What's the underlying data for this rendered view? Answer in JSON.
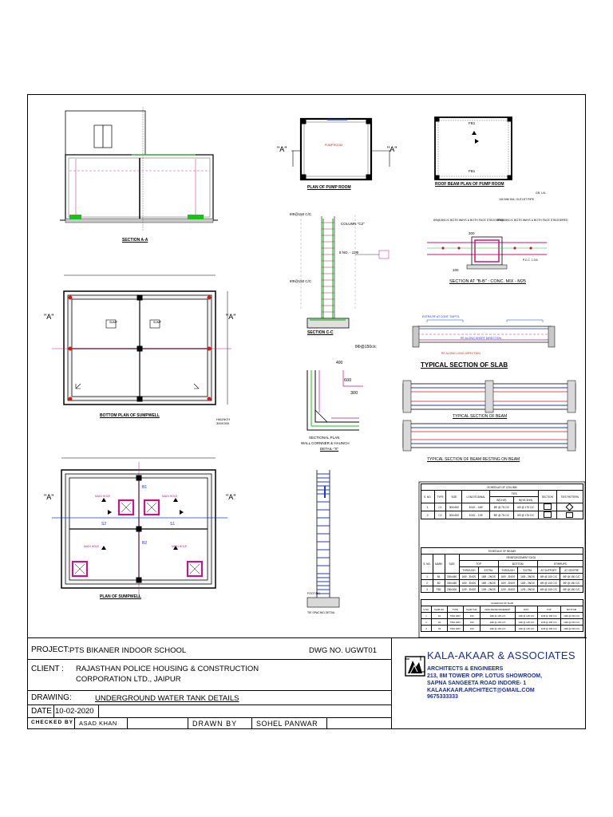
{
  "sections": {
    "section_aa": "SECTION A-A",
    "plan_pump_room": "PLAN OF PUMP ROOM",
    "roof_beam_plan": "ROOF BEAM PLAN OF PUMP ROOM",
    "bottom_plan_sumpwell": "BOTTOM PLAN OF SUMPWELL",
    "section_cc": "SECTION C-C",
    "section_bb": "SECTION AT \"B-B\" : CONC. MIX - M25",
    "typical_slab": "TYPICAL SECTION OF SLAB",
    "typical_beam": "TYPICAL SECTION OF BEAM",
    "typical_beam_resting": "TYPICAL SECTION OF BEAM RESTING ON BEAM",
    "sectional_plan": "SECTIONAL PLAN",
    "wall_corner": "WALL CORNNER & HAUNCH",
    "detail_x": "DETAIL-\"X\"",
    "plan_sumpwell": "PLAN OF SUMPWELL",
    "tie_spacing": "TIE SPACING DETAIL"
  },
  "markers": {
    "a": "\"A\"",
    "pump_room": "PUMP ROOM",
    "column_c2": "COLUMN \"C2\"",
    "rod_150": "8Φ@150 C/C",
    "rod_150cc": "8Φ@150c/c",
    "haunch": "HAUNCH",
    "haunch_size": "300X300",
    "main_hole": "MAIN HOLE",
    "sump": "SUMP",
    "dim_600": "600",
    "dim_300": "300",
    "dim_400": "400",
    "dim_100": "100",
    "s1": "S1",
    "s2": "S2",
    "b1": "B1",
    "b2": "B2",
    "fb1": "FB1",
    "footing": "FOOTING",
    "outlet": "100 MM DIA. OUTLET PIPE",
    "gr_lvl": "GR. LVL.",
    "extra_rf": "EXTRA RF AT CONT. SUPTS.",
    "rf_short": "RF ALONG SHORT DIRECTION",
    "rf_long": "RF ALONG LONG DIRECTION",
    "rf_both": "8Φ@150C/C BOTH WAYS & BOTH FACE STAGGERED",
    "pcc": "P.C.C. 1:3:6",
    "tie_8": "8 NO. - 12Φ"
  },
  "col_schedule": {
    "title": "SCHEDULE OF COLUMN",
    "reinf": "REINFORCEMENT",
    "headers": [
      "S. NO.",
      "TYPE",
      "SIZE",
      "LONGITUDINAL",
      "TIES",
      "SECTION",
      "TIES PATTERN"
    ],
    "ties_sub": [
      "B(0-H/4)",
      "B(H/4-3H/4)"
    ],
    "rows": [
      [
        "1",
        "C1",
        "300x300",
        "8 NO. - 16Φ",
        "8Φ @ 75 C/C",
        "8Φ @ 175 C/C"
      ],
      [
        "2",
        "C2",
        "300x300",
        "8 NO. - 12Φ",
        "8Φ @ 75 C/C",
        "8Φ @ 175 C/C"
      ]
    ]
  },
  "beam_schedule": {
    "title": "SCHEDULE OF BEAMS",
    "reinf": "REINFORCEMENT DATA",
    "headers": [
      "S. NO.",
      "MARK",
      "SIZE",
      "TOP",
      "BOTTOM",
      "STIRRUPS"
    ],
    "sub": [
      "THROUGH",
      "EXTRA",
      "THROUGH",
      "EXTRA",
      "AT SUPPORT",
      "AT CENTRE"
    ],
    "rows": [
      [
        "1",
        "B1",
        "300x450",
        "16Φ - 3NOS",
        "16Φ - 2NOS",
        "16Φ - 3NOS",
        "16Φ - 2NOS",
        "8Φ @ 100 C/C",
        "8Φ @ 150 C/C"
      ],
      [
        "2",
        "B2",
        "300x450",
        "16Φ - 3NOS",
        "16Φ - 2NOS",
        "16Φ - 3NOS",
        "16Φ - 2NOS",
        "8Φ @ 100 C/C",
        "8Φ @ 150 C/C"
      ],
      [
        "3",
        "FB1",
        "230x300",
        "12Φ - 3NOS",
        "12Φ - 2NOS",
        "12Φ - 3NOS",
        "12Φ - 2NOS",
        "8Φ @ 100 C/C",
        "8Φ @ 150 C/C"
      ]
    ]
  },
  "slab_schedule": {
    "title": "SCHEDULE OF SLAB",
    "headers": [
      "S.NO.",
      "SLAB NO.",
      "TYPE",
      "SLAB THK.",
      "MAIN REINFORCEMENT",
      "DIST.",
      "EXTRA",
      "TOP",
      "BOTTOM"
    ],
    "rows": [
      [
        "1",
        "S1",
        "TWO WAY",
        "150",
        "10Φ @ 125 C/C",
        "10Φ @ 125 C/C",
        "10Φ @ 150 C/C",
        "10Φ @ 150 C/C"
      ],
      [
        "2",
        "S2",
        "TWO WAY",
        "150",
        "10Φ @ 125 C/C",
        "10Φ @ 125 C/C",
        "10Φ @ 150 C/C",
        "10Φ @ 150 C/C"
      ],
      [
        "3",
        "S3",
        "TWO WAY",
        "150",
        "10Φ @ 125 C/C",
        "10Φ @ 125 C/C",
        "10Φ @ 150 C/C",
        "10Φ @ 150 C/C"
      ]
    ]
  },
  "title_block": {
    "project_label": "PROJECT:",
    "project_value": "PTS BIKANER INDOOR SCHOOL",
    "dwg_no": "DWG NO. UGWT01",
    "client_label": "CLIENT :",
    "client_line1": "RAJASTHAN POLICE HOUSING & CONSTRUCTION",
    "client_line2": "CORPORATION LTD., JAIPUR",
    "drawing_label": "DRAWING:",
    "drawing_value": "UNDERGROUND WATER TANK DETAILS",
    "date_label": "DATE",
    "date_value": "10-02-2020",
    "checked_label": "CHECKED BY",
    "checked_value": "ASAD KHAN",
    "drawn_label": "DRAWN BY",
    "drawn_value": "SOHEL PANWAR"
  },
  "firm": {
    "name": "KALA-AKAAR & ASSOCIATES",
    "sub": "ARCHITECTS & ENGINEERS",
    "addr1": "213, 8M TOWER OPP. LOTUS SHOWROOM,",
    "addr2": "SAPNA SANGEETA ROAD INDORE- 1",
    "email": "KALAAKAAR.ARCHITECT@GMAIL.COM",
    "phone": "9675333333"
  },
  "colors": {
    "red": "#d01b1b",
    "magenta": "#c71585",
    "green": "#18c21b",
    "blue": "#1c39d6",
    "navy": "#1b2f8f"
  }
}
